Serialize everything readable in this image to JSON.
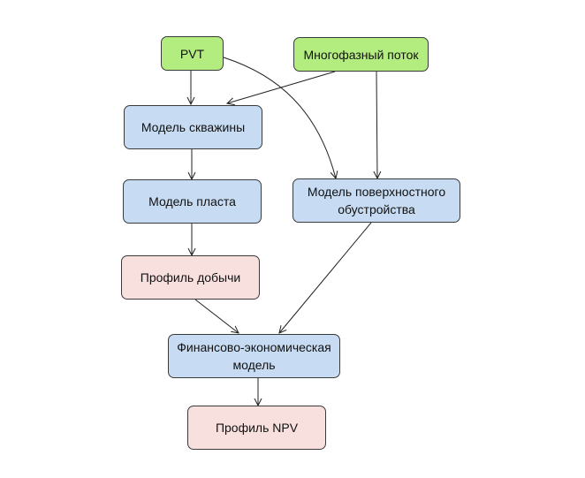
{
  "diagram": {
    "nodes": {
      "pvt": {
        "label": "PVT",
        "color": "#b3ec7f"
      },
      "multiphase_flow": {
        "label": "Многофазный поток",
        "color": "#b3ec7f"
      },
      "well_model": {
        "label": "Модель скважины",
        "color": "#c7dcf3"
      },
      "reservoir_model": {
        "label": "Модель пласта",
        "color": "#c7dcf3"
      },
      "surface_facilities_model": {
        "label": "Модель поверхностного обустройства",
        "color": "#c7dcf3"
      },
      "production_profile": {
        "label": "Профиль добычи",
        "color": "#f8e0df"
      },
      "financial_model": {
        "label": "Финансово-экономическая модель",
        "color": "#c7dcf3"
      },
      "npv_profile": {
        "label": "Профиль NPV",
        "color": "#f8e0df"
      }
    },
    "edges": [
      {
        "from": "pvt",
        "to": "well_model"
      },
      {
        "from": "multiphase_flow",
        "to": "well_model"
      },
      {
        "from": "pvt",
        "to": "surface_facilities_model"
      },
      {
        "from": "multiphase_flow",
        "to": "surface_facilities_model"
      },
      {
        "from": "well_model",
        "to": "reservoir_model"
      },
      {
        "from": "reservoir_model",
        "to": "production_profile"
      },
      {
        "from": "production_profile",
        "to": "financial_model"
      },
      {
        "from": "surface_facilities_model",
        "to": "financial_model"
      },
      {
        "from": "financial_model",
        "to": "npv_profile"
      }
    ],
    "colors": {
      "border": "#3a3a3a",
      "arrow": "#222222"
    }
  }
}
